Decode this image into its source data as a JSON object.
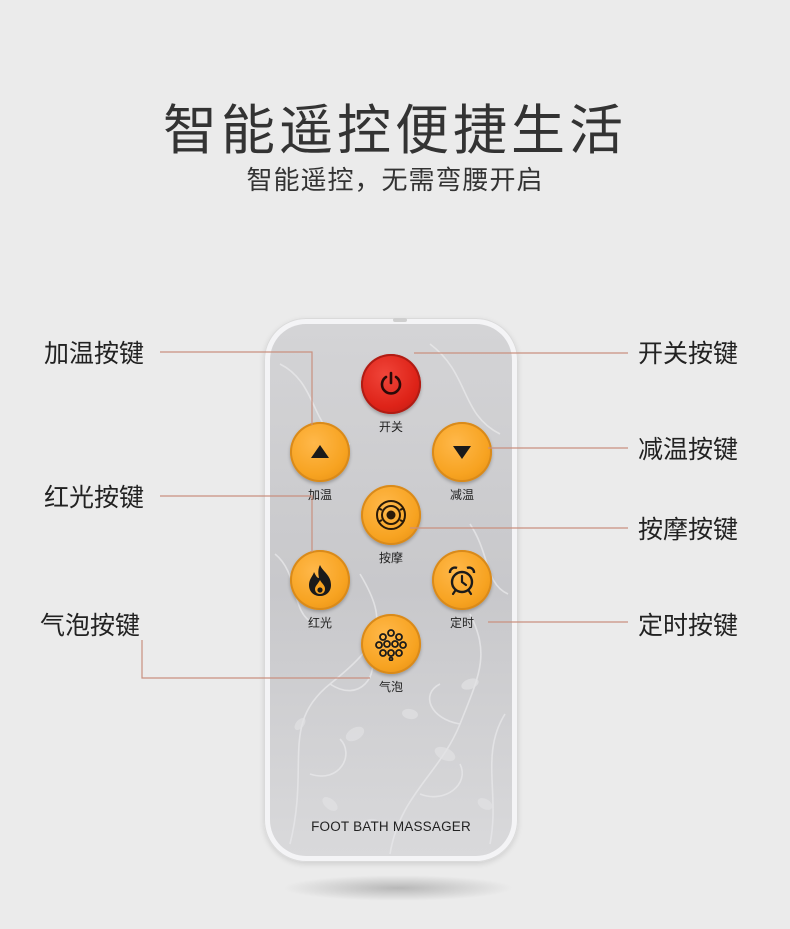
{
  "header": {
    "title": "智能遥控便捷生活",
    "subtitle": "智能遥控，无需弯腰开启"
  },
  "remote": {
    "brand": "FOOT BATH MASSAGER",
    "buttons": {
      "power": "开关",
      "warm_up": "加温",
      "warm_down": "减温",
      "massage": "按摩",
      "red_light": "红光",
      "timer": "定时",
      "bubble": "气泡"
    }
  },
  "callouts": {
    "warm_up": "加温按键",
    "power": "开关按键",
    "warm_down": "减温按键",
    "red_light": "红光按键",
    "massage": "按摩按键",
    "bubble": "气泡按键",
    "timer": "定时按键"
  },
  "colors": {
    "background": "#ebebeb",
    "button_orange": "#f7a321",
    "button_red": "#de2318",
    "leader_line": "#c48a7a"
  }
}
